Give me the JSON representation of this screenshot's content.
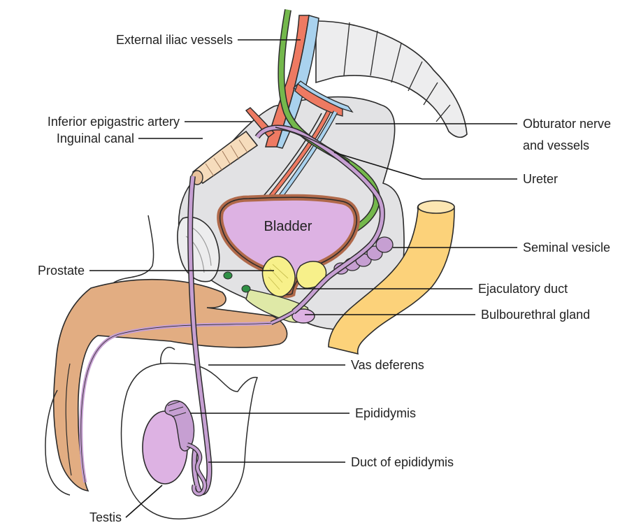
{
  "labels": {
    "external_iliac_vessels": "External iliac vessels",
    "inferior_epigastric_artery": "Inferior epigastric artery",
    "inguinal_canal": "Inguinal canal",
    "obturator_nerve_line1": "Obturator nerve",
    "obturator_nerve_line2": "and vessels",
    "ureter": "Ureter",
    "bladder": "Bladder",
    "seminal_vesicle": "Seminal vesicle",
    "prostate": "Prostate",
    "ejaculatory_duct": "Ejaculatory duct",
    "bulbourethral_gland": "Bulbourethral gland",
    "vas_deferens": "Vas deferens",
    "epididymis": "Epididymis",
    "duct_of_epididymis": "Duct of epididymis",
    "testis": "Testis"
  },
  "colors": {
    "pelvis_fill": "#e2e2e4",
    "bone_fill": "#ededee",
    "penis_fill": "#e2ad82",
    "rectum_fill": "#fcd27a",
    "bladder_wall": "#b0694a",
    "bladder_fill": "#ddb2e3",
    "duct_purple": "#c69fd2",
    "prostate_yellow": "#f7f08a",
    "artery_red": "#ee7a62",
    "vein_blue": "#a9d2ee",
    "nerve_green": "#74b84c",
    "gland_green": "#dfe9a7"
  }
}
